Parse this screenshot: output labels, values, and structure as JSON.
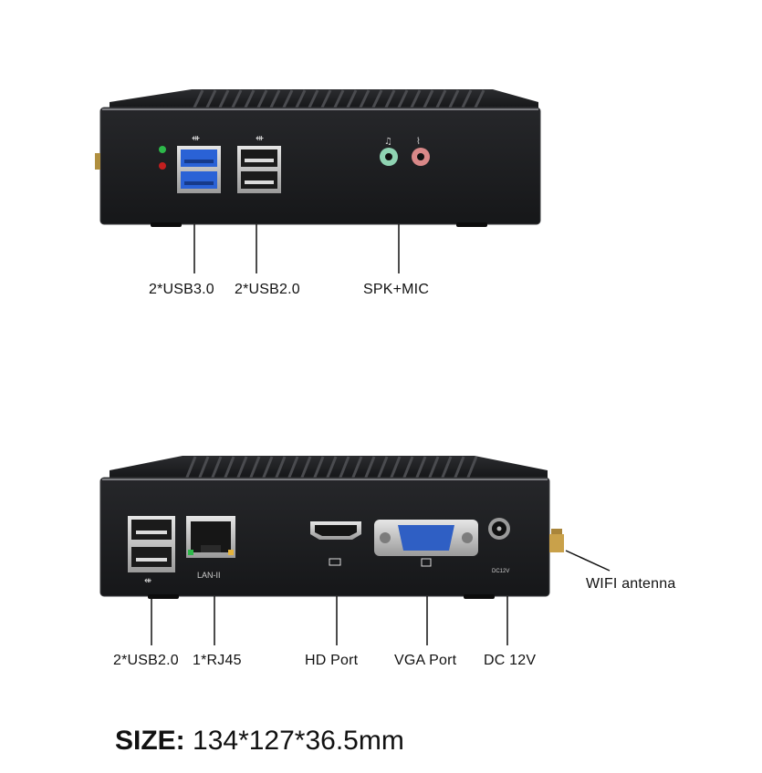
{
  "front_view": {
    "labels": {
      "usb3": "2*USB3.0",
      "usb2": "2*USB2.0",
      "audio": "SPK+MIC"
    }
  },
  "rear_view": {
    "port_markings": {
      "lan": "LAN-II",
      "dc": "DC12V"
    },
    "labels": {
      "usb2": "2*USB2.0",
      "rj45": "1*RJ45",
      "hd": "HD Port",
      "vga": "VGA Port",
      "dc": "DC 12V",
      "wifi": "WIFI antenna"
    }
  },
  "size": {
    "label": "SIZE:",
    "value": "134*127*36.5mm"
  },
  "colors": {
    "chassis": "#1c1d1f",
    "chassis_edge": "#3a3b3e",
    "usb3_blue": "#2a62d6",
    "audio_green": "#8fd3b2",
    "audio_red": "#d98888",
    "vga_blue": "#2f5fc4",
    "led_green": "#2db84a",
    "led_red": "#c21f1f",
    "antenna_gold": "#c9a14a"
  }
}
